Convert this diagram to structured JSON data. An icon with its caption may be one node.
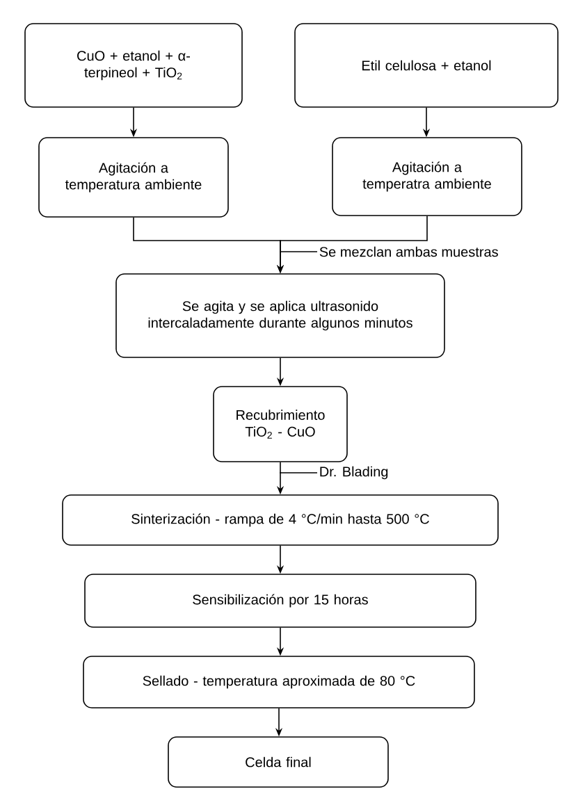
{
  "diagram": {
    "nodes": [
      {
        "text": [
          "CuO + etanol + α-terpineol + TiO$_{2}$"
        ]
      },
      {
        "text": [
          "Etil celulosa + etanol"
        ]
      },
      {
        "text": [
          "Agitación a temperatura ambiente"
        ]
      },
      {
        "text": [
          "Agitación a temperatra ambiente"
        ]
      },
      {
        "text": [
          "Se agita y se aplica ultrasonido intercaladamente durante algunos minutos"
        ]
      },
      {
        "text": [
          "Recubrimiento TiO$_{2}$ - CuO"
        ]
      },
      {
        "text": [
          "Sinterización - rampa de 4 °C/min hasta 500 °C"
        ]
      },
      {
        "text": [
          "Sensibilización por 15 horas"
        ]
      },
      {
        "text": [
          "Sellado - temperatura aproximada de 80 °C"
        ]
      },
      {
        "text": [
          "Celda final"
        ]
      }
    ],
    "edges": [
      {
        "from": 0,
        "to": 2,
        "arrow": "to"
      },
      {
        "from": 1,
        "to": 3,
        "arrow": "to"
      },
      {
        "from": 2,
        "to": 4,
        "arrow": "to"
      },
      {
        "from": 3,
        "to": 4,
        "arrow": "to"
      },
      {
        "from": 4,
        "to": 5,
        "arrow": "to"
      },
      {
        "from": 5,
        "to": 6,
        "arrow": "to",
        "label": "Dr. Blading"
      },
      {
        "from": 6,
        "to": 7,
        "arrow": "to"
      },
      {
        "from": 7,
        "to": 8,
        "arrow": "to"
      },
      {
        "from": 8,
        "to": 9,
        "arrow": "to"
      }
    ],
    "labels": [
      "Se mezclan ambas muestras"
    ]
  }
}
